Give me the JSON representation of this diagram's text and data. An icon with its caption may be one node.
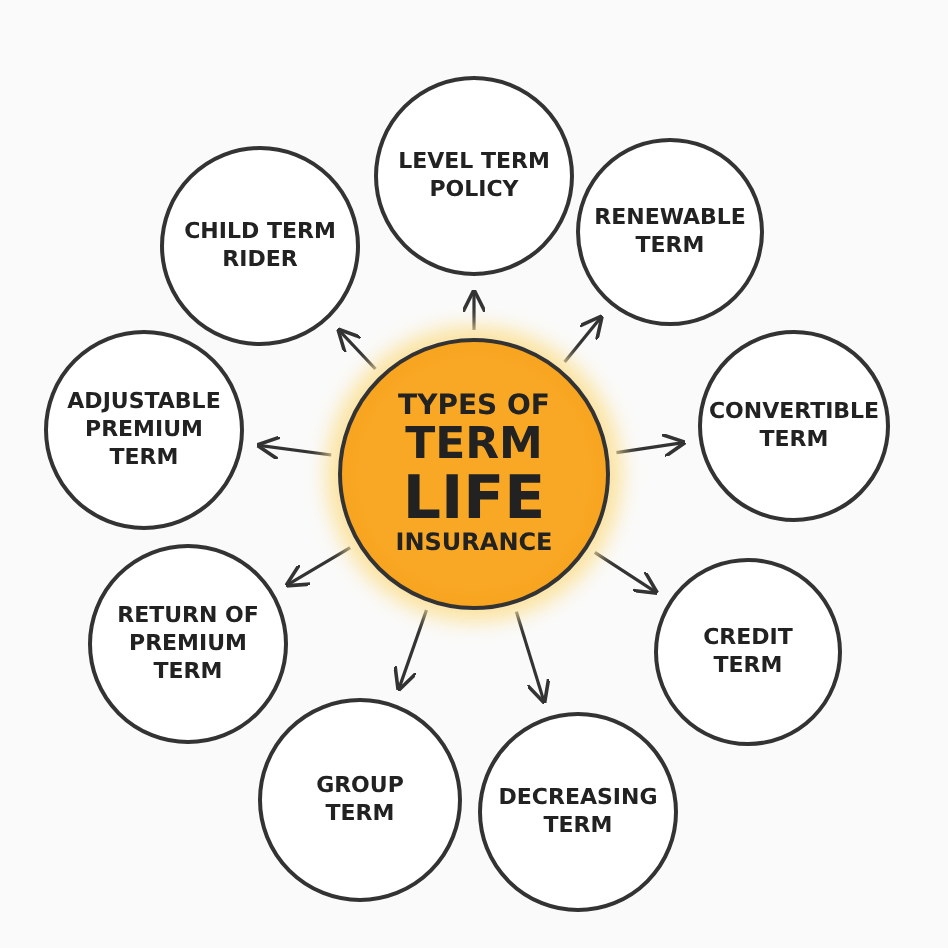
{
  "diagram": {
    "nodes": [
      {
        "text": [
          "TYPES OF",
          "TERM",
          "LIFE",
          "INSURANCE"
        ]
      },
      {
        "text": [
          "LEVEL TERM POLICY"
        ]
      },
      {
        "text": [
          "RENEWABLE TERM"
        ]
      },
      {
        "text": [
          "CONVERTIBLE TERM"
        ]
      },
      {
        "text": [
          "CREDIT TERM"
        ]
      },
      {
        "text": [
          "DECREASING TERM"
        ]
      },
      {
        "text": [
          "GROUP TERM"
        ]
      },
      {
        "text": [
          "RETURN OF PREMIUM TERM"
        ]
      },
      {
        "text": [
          "ADJUSTABLE PREMIUM TERM"
        ]
      },
      {
        "text": [
          "CHILD TERM RIDER"
        ]
      }
    ],
    "edges": [
      {
        "from": 0,
        "to": 1,
        "arrow": "to"
      },
      {
        "from": 0,
        "to": 2,
        "arrow": "to"
      },
      {
        "from": 0,
        "to": 3,
        "arrow": "to"
      },
      {
        "from": 0,
        "to": 4,
        "arrow": "to"
      },
      {
        "from": 0,
        "to": 5,
        "arrow": "to"
      },
      {
        "from": 0,
        "to": 6,
        "arrow": "to"
      },
      {
        "from": 0,
        "to": 7,
        "arrow": "to"
      },
      {
        "from": 0,
        "to": 8,
        "arrow": "to"
      },
      {
        "from": 0,
        "to": 9,
        "arrow": "to"
      }
    ]
  }
}
